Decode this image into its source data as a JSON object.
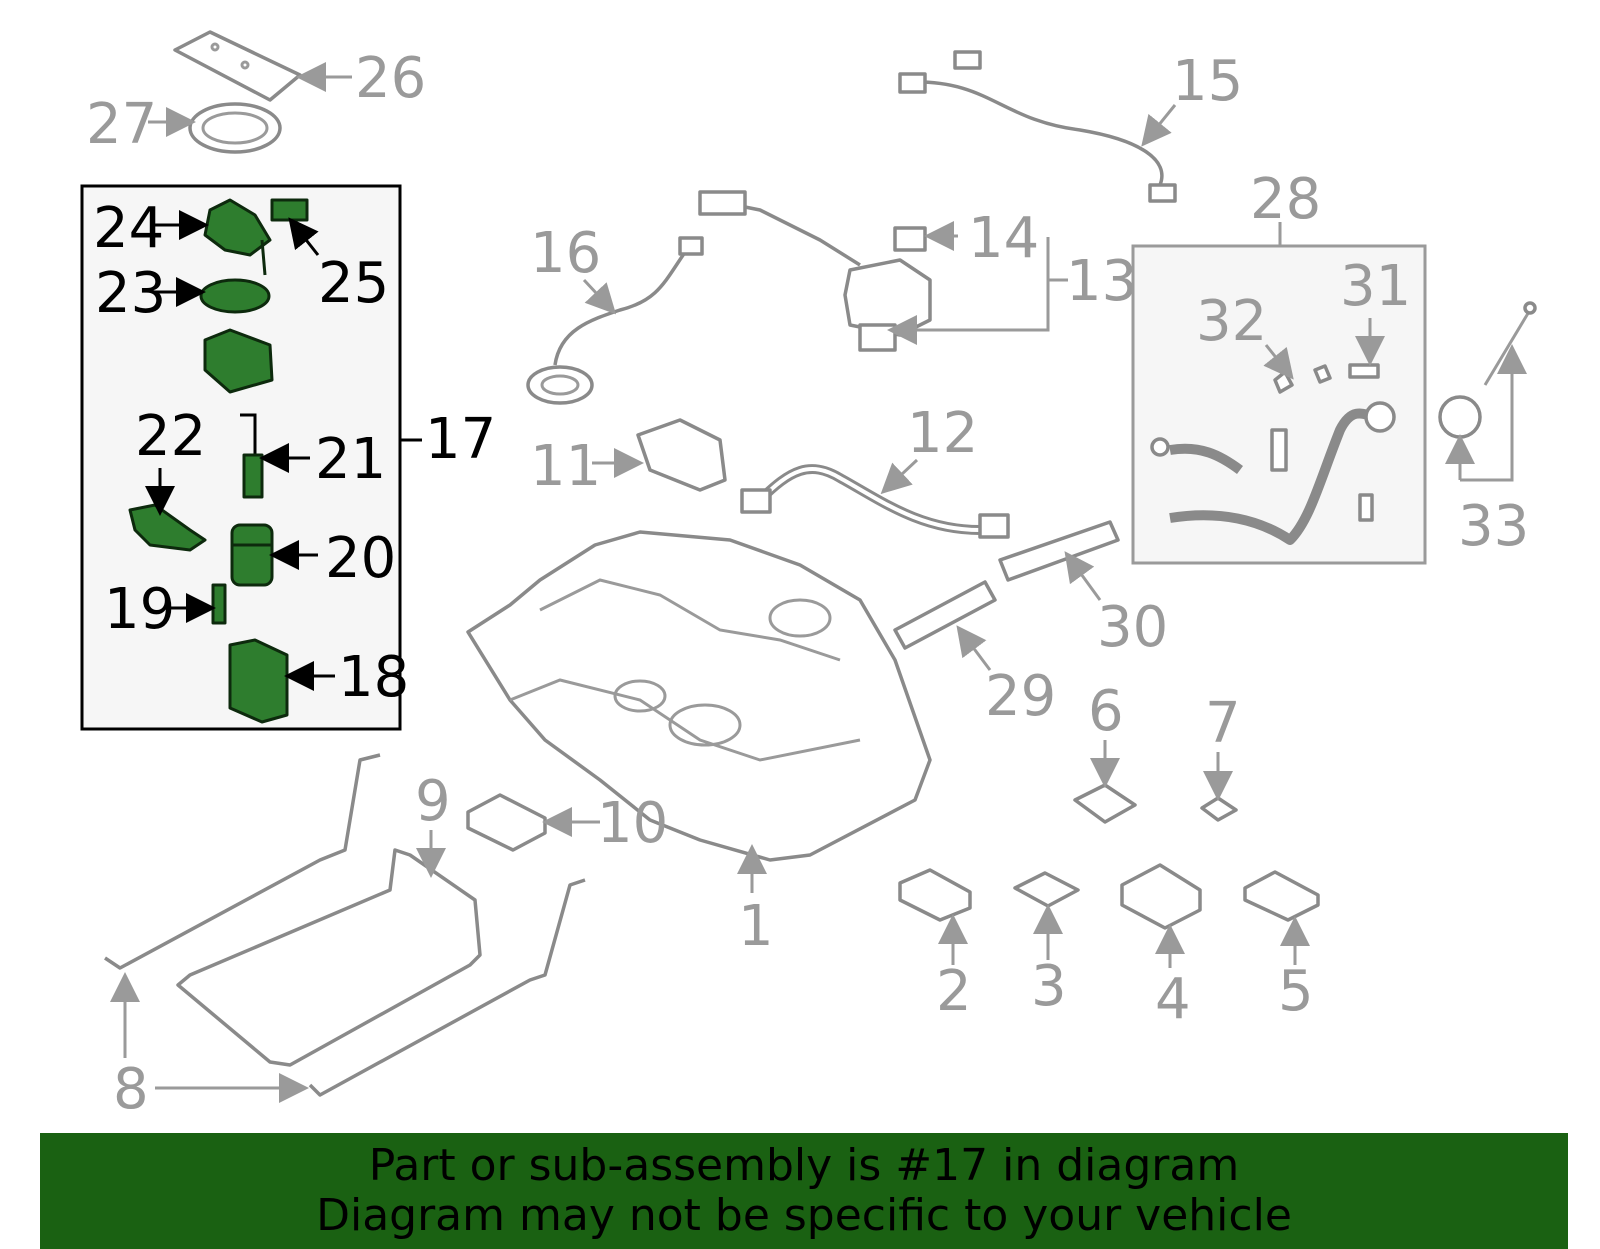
{
  "callouts": {
    "c1": "1",
    "c2": "2",
    "c3": "3",
    "c4": "4",
    "c5": "5",
    "c6": "6",
    "c7": "7",
    "c8": "8",
    "c9": "9",
    "c10": "10",
    "c11": "11",
    "c12": "12",
    "c13": "13",
    "c14": "14",
    "c15": "15",
    "c16": "16",
    "c17": "17",
    "c18": "18",
    "c19": "19",
    "c20": "20",
    "c21": "21",
    "c22": "22",
    "c23": "23",
    "c24": "24",
    "c25": "25",
    "c26": "26",
    "c27": "27",
    "c28": "28",
    "c29": "29",
    "c30": "30",
    "c31": "31",
    "c32": "32",
    "c33": "33"
  },
  "highlighted_part": "17",
  "colors": {
    "highlight_green": "#2e7d2e",
    "banner_green": "#1a6112",
    "callout_gray": "#9a9a9a",
    "callout_black": "#000000"
  },
  "banner": {
    "line1": "Part or sub-assembly is #17 in diagram",
    "line2": "Diagram may not be specific to your vehicle"
  }
}
